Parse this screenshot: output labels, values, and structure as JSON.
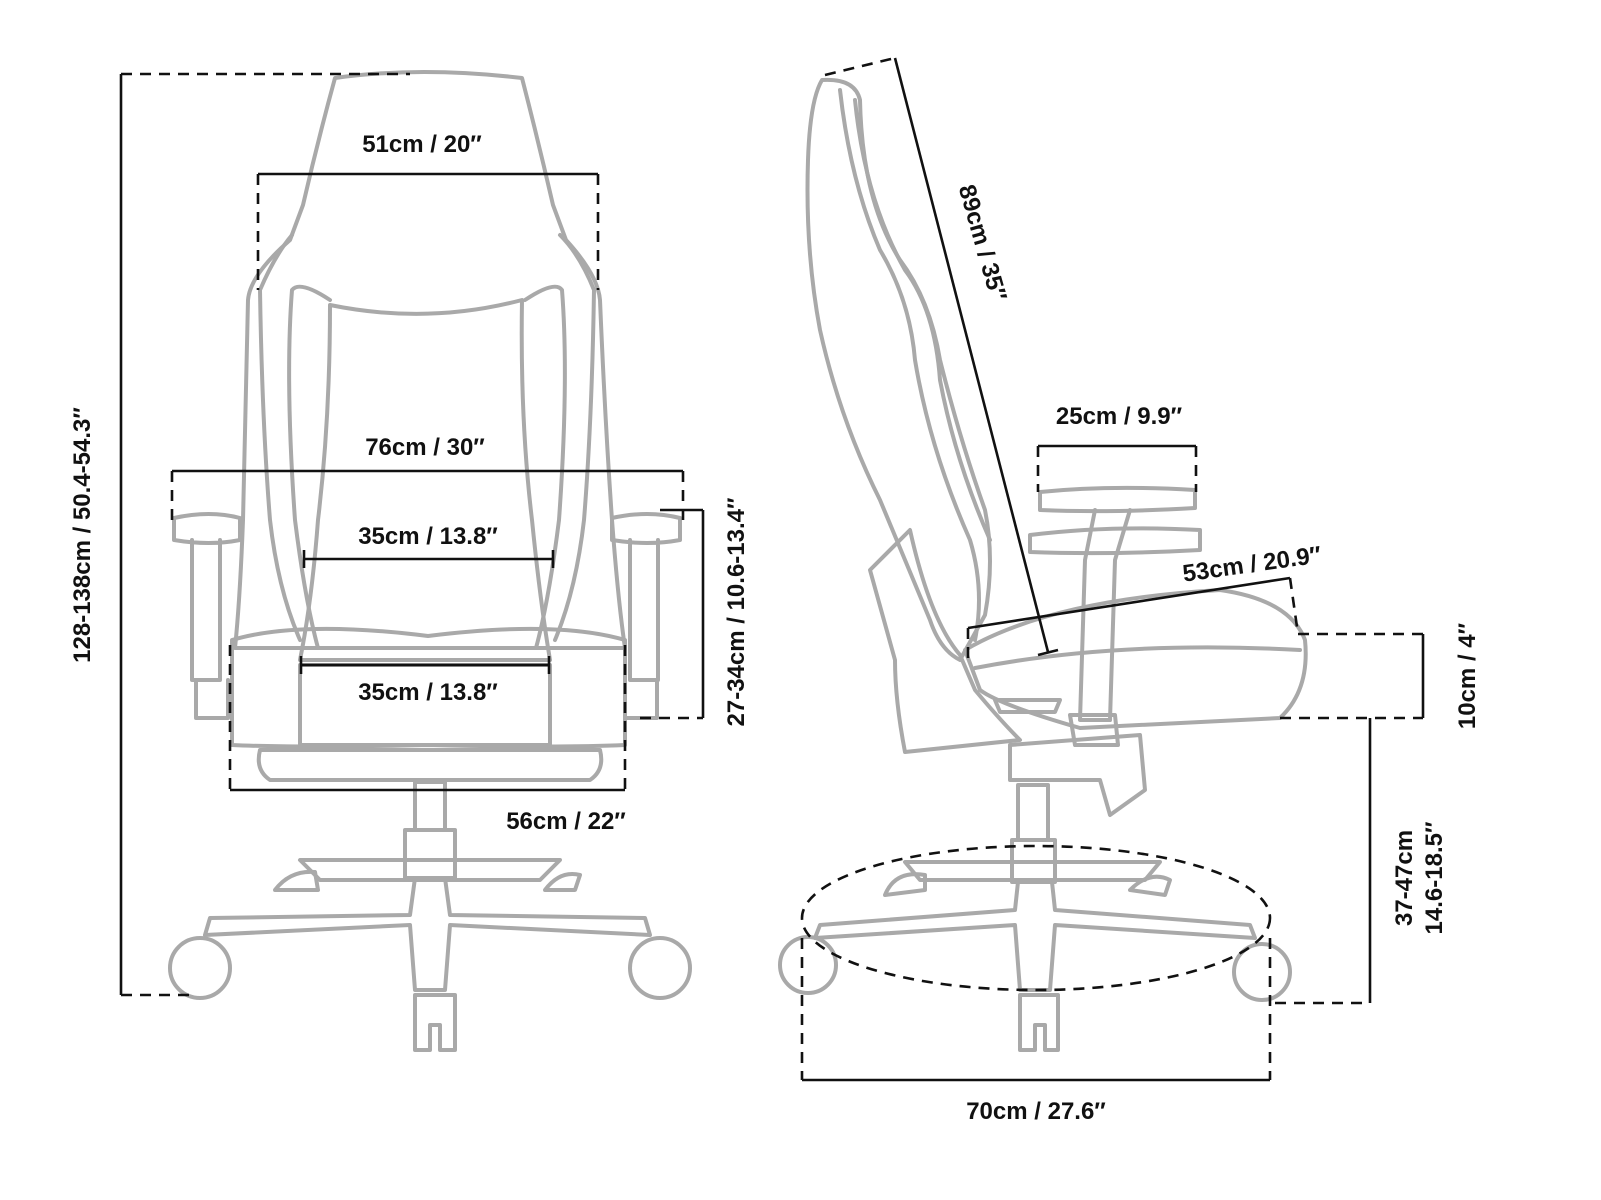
{
  "colors": {
    "outline": "#a9a9a9",
    "dimension": "#111111",
    "background": "#ffffff"
  },
  "front_view": {
    "headrest_width": "51cm / 20″",
    "armrest_span": "76cm / 30″",
    "backrest_width": "35cm / 13.8″",
    "seat_width": "35cm / 13.8″",
    "seat_base_width": "56cm / 22″",
    "overall_height": "128-138cm / 50.4-54.3″",
    "armrest_height": "27-34cm / 10.6-13.4″"
  },
  "side_view": {
    "backrest_height": "89cm / 35″",
    "armrest_length": "25cm / 9.9″",
    "seat_depth": "53cm / 20.9″",
    "seat_thickness": "10cm / 4″",
    "seat_height_cm": "37-47cm",
    "seat_height_in": "14.6-18.5″",
    "base_diameter": "70cm / 27.6″"
  }
}
